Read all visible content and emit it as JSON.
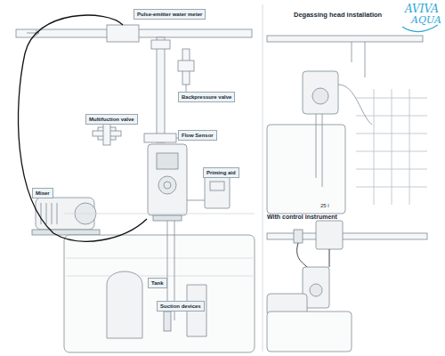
{
  "diagram": {
    "nodes": [
      {
        "text": [
          "Pulse-emitter water meter"
        ]
      },
      {
        "text": [
          "Backpressure valve"
        ]
      },
      {
        "text": [
          "Multifuction valve"
        ]
      },
      {
        "text": [
          "Flow Sensor"
        ]
      },
      {
        "text": [
          "Priming aid"
        ]
      },
      {
        "text": [
          "Mixer"
        ]
      },
      {
        "text": [
          "Tank"
        ]
      },
      {
        "text": [
          "Suction devices"
        ]
      }
    ],
    "labels": [
      "Degassing head installation",
      "25 l",
      "With control instrument",
      "AVIVA",
      "AQUA"
    ]
  }
}
